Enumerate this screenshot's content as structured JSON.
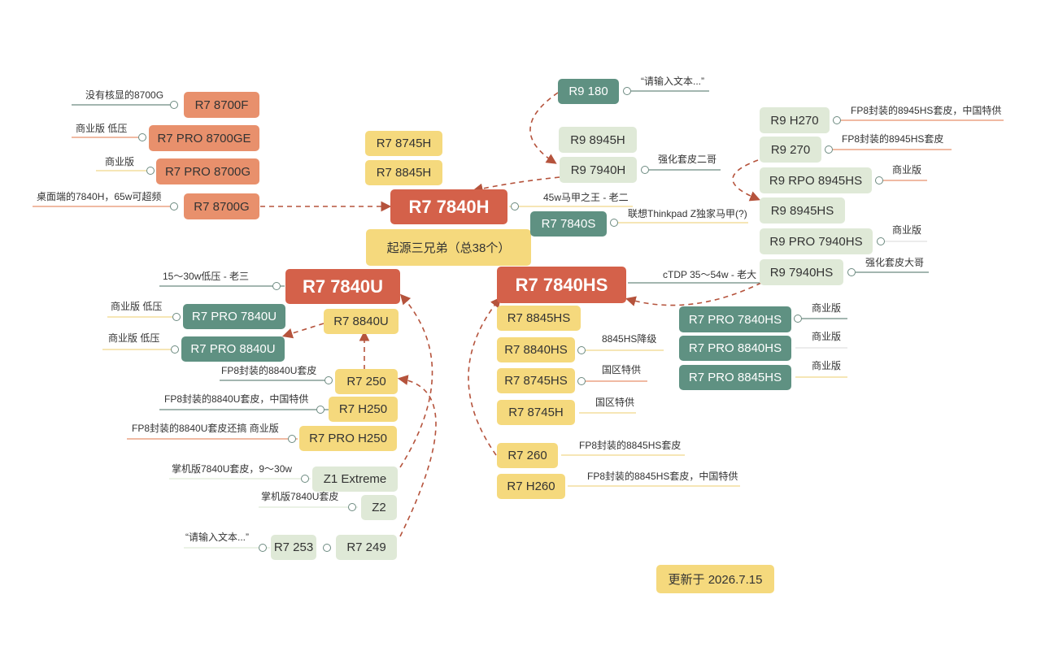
{
  "colors": {
    "orange_dark": "#d4614a",
    "orange": "#e8906c",
    "yellow": "#f5d97d",
    "teal": "#5f9182",
    "lightgreen": "#dfe9d7",
    "arrow": "#b5533c"
  },
  "root_nodes": {
    "r7_7840h": "R7 7840H",
    "r7_7840u": "R7 7840U",
    "r7_7840hs": "R7 7840HS"
  },
  "center_label": "起源三兄弟（总38个）",
  "updated_label": "更新于 2026.7.15",
  "desktop": {
    "r7_8700f": "R7 8700F",
    "r7_pro_8700ge": "R7 PRO 8700GE",
    "r7_pro_8700g": "R7 PRO 8700G",
    "r7_8700g": "R7 8700G",
    "note_8700f": "没有核显的8700G",
    "note_8700ge": "商业版 低压",
    "note_pro_8700g": "商业版",
    "note_8700g": "桌面端的7840H，65w可超频"
  },
  "h_series": {
    "r7_8745h_top": "R7 8745H",
    "r7_8845h": "R7 8845H",
    "r9_180": "R9 180",
    "note_r9_180": "“请输入文本...”",
    "r9_8945h": "R9 8945H",
    "r9_7940h": "R9 7940H",
    "note_r9_7940h": "强化套皮二哥",
    "note_7840h": "45w马甲之王 - 老二",
    "r7_7840s": "R7 7840S",
    "note_7840s": "联想Thinkpad Z独家马甲(?)"
  },
  "hs_right": {
    "r9_h270": "R9 H270",
    "note_h270": "FP8封装的8945HS套皮，中国特供",
    "r9_270": "R9 270",
    "note_270": "FP8封装的8945HS套皮",
    "r9_rpo_8945hs": "R9 RPO 8945HS",
    "note_rpo_8945hs": "商业版",
    "r9_8945hs": "R9 8945HS",
    "r9_pro_7940hs": "R9 PRO 7940HS",
    "note_pro_7940hs": "商业版",
    "r9_7940hs": "R9 7940HS",
    "note_7940hs": "强化套皮大哥",
    "note_7840hs": "cTDP 35～54w - 老大"
  },
  "hs_children": {
    "r7_8845hs": "R7 8845HS",
    "r7_8840hs": "R7 8840HS",
    "note_8840hs": "8845HS降级",
    "r7_8745hs": "R7 8745HS",
    "note_8745hs": "国区特供",
    "r7_8745h": "R7 8745H",
    "note_8745h": "国区特供",
    "r7_260": "R7 260",
    "note_260": "FP8封装的8845HS套皮",
    "r7_h260": "R7 H260",
    "note_h260": "FP8封装的8845HS套皮，中国特供",
    "r7_pro_7840hs": "R7 PRO 7840HS",
    "note_pro_7840hs": "商业版",
    "r7_pro_8840hs": "R7 PRO 8840HS",
    "note_pro_8840hs": "商业版",
    "r7_pro_8845hs": "R7 PRO 8845HS",
    "note_pro_8845hs": "商业版"
  },
  "u_series": {
    "note_7840u": "15～30w低压 - 老三",
    "r7_pro_7840u": "R7 PRO 7840U",
    "note_pro_7840u": "商业版 低压",
    "r7_pro_8840u": "R7 PRO 8840U",
    "note_pro_8840u": "商业版 低压",
    "r7_8840u": "R7 8840U",
    "r7_250": "R7 250",
    "note_250": "FP8封装的8840U套皮",
    "r7_h250": "R7 H250",
    "note_h250": "FP8封装的8840U套皮，中国特供",
    "r7_pro_h250": "R7 PRO H250",
    "note_pro_h250": "FP8封装的8840U套皮还搞  商业版",
    "z1_extreme": "Z1 Extreme",
    "note_z1": "掌机版7840U套皮，9～30w",
    "z2": "Z2",
    "note_z2": "掌机版7840U套皮",
    "r7_249": "R7 249",
    "r7_253": "R7 253",
    "note_253": "“请输入文本...”"
  }
}
